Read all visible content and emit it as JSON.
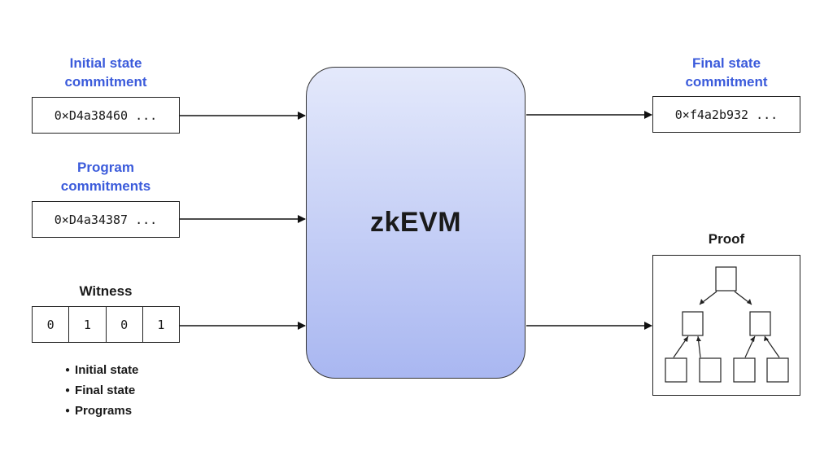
{
  "inputs": {
    "initial_state_commitment": {
      "label_line1": "Initial state",
      "label_line2": "commitment",
      "value": "0×D4a38460 ..."
    },
    "program_commitments": {
      "label_line1": "Program",
      "label_line2": "commitments",
      "value": "0×D4a34387 ..."
    },
    "witness": {
      "label": "Witness",
      "bits": [
        "0",
        "1",
        "0",
        "1"
      ],
      "contents": [
        "Initial state",
        "Final state",
        "Programs"
      ]
    }
  },
  "processor": {
    "label": "zkEVM"
  },
  "outputs": {
    "final_state_commitment": {
      "label_line1": "Final state",
      "label_line2": "commitment",
      "value": "0×f4a2b932 ..."
    },
    "proof": {
      "label": "Proof"
    }
  },
  "colors": {
    "accent_label": "#3b5bdb",
    "zkevm_gradient_top": "#e4e9fb",
    "zkevm_gradient_bottom": "#a9b7f1",
    "stroke": "#222222"
  }
}
